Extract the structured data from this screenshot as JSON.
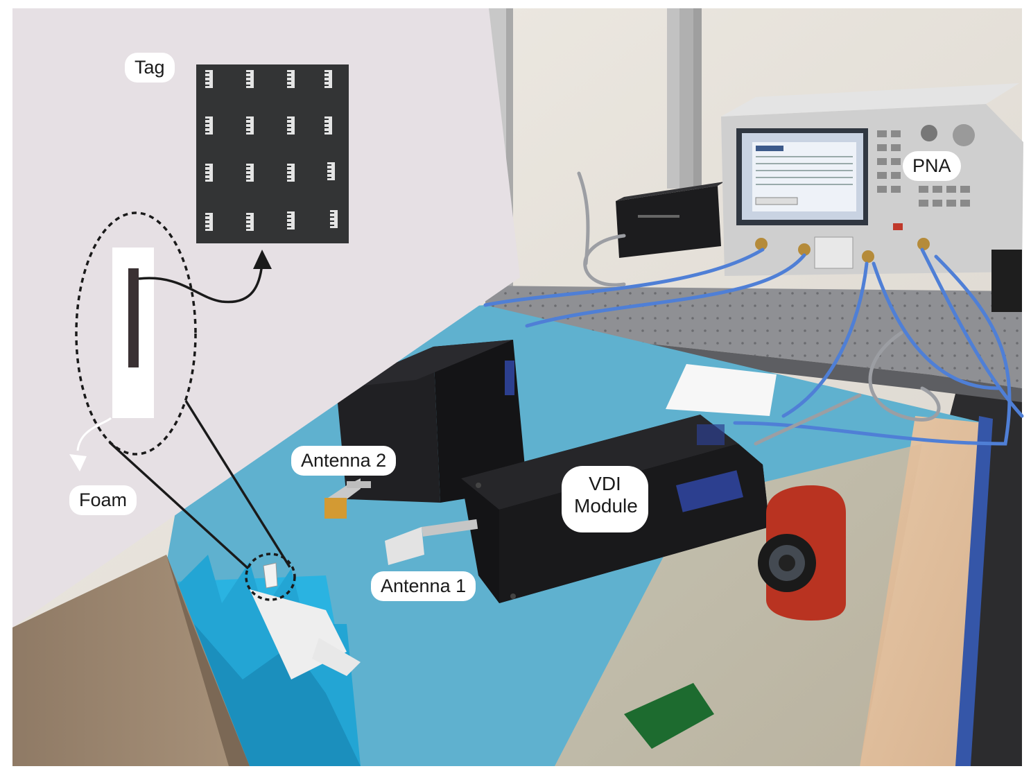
{
  "labels": {
    "tag": "Tag",
    "foam": "Foam",
    "antenna_1": "Antenna 1",
    "antenna_2": "Antenna 2",
    "vdi_module": "VDI\nModule",
    "pna": "PNA"
  },
  "colors": {
    "inset_background": "#e6e0e4",
    "bench_surface": "#5fb1cf",
    "optical_table": "#8d8e92",
    "wall": "#ece8e0",
    "module_body": "#1b1b1d",
    "absorber_foam": "#2ab3e1",
    "cable": "#4f7fd6",
    "annotation_line": "#1a1a1a"
  },
  "icons": {
    "tag_element": "printed-resonator",
    "arrow": "curved-arrow-icon"
  }
}
